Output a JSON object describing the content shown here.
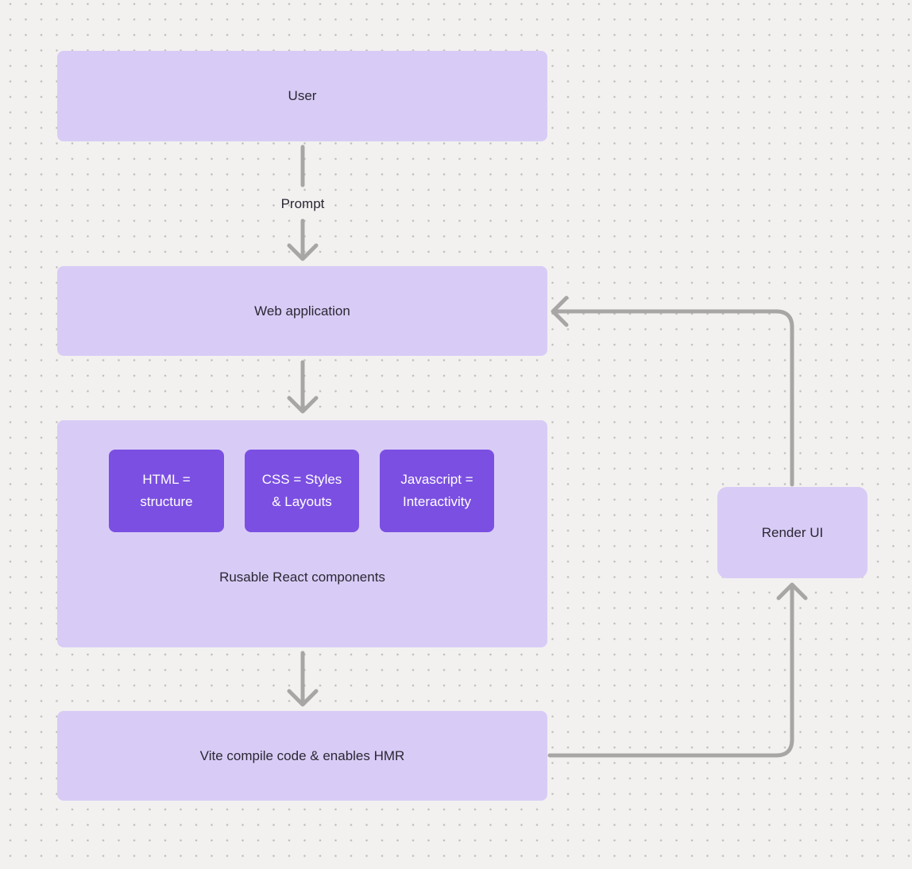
{
  "diagram": {
    "background": {
      "color": "#F2F1F0",
      "dot_color": "#C1BEBB"
    },
    "palette": {
      "node_light": "#D8CCF6",
      "node_dark": "#7B4FE2",
      "arrow": "#A8A6A4",
      "text_dark": "#2B2733",
      "text_light": "#FFFFFF"
    },
    "nodes": {
      "user": {
        "label": "User"
      },
      "web_app": {
        "label": "Web application"
      },
      "components": {
        "caption": "Rusable React components",
        "children": [
          {
            "label": "HTML =\nstructure"
          },
          {
            "label": "CSS = Styles\n& Layouts"
          },
          {
            "label": "Javascript =\nInteractivity"
          }
        ]
      },
      "vite": {
        "label": "Vite compile code & enables HMR"
      },
      "render_ui": {
        "label": "Render UI"
      }
    },
    "edges": [
      {
        "id": "user-to-webapp",
        "label": "Prompt"
      },
      {
        "id": "webapp-to-components",
        "label": ""
      },
      {
        "id": "components-to-vite",
        "label": ""
      },
      {
        "id": "vite-to-renderui",
        "label": ""
      },
      {
        "id": "renderui-to-webapp",
        "label": ""
      }
    ]
  }
}
